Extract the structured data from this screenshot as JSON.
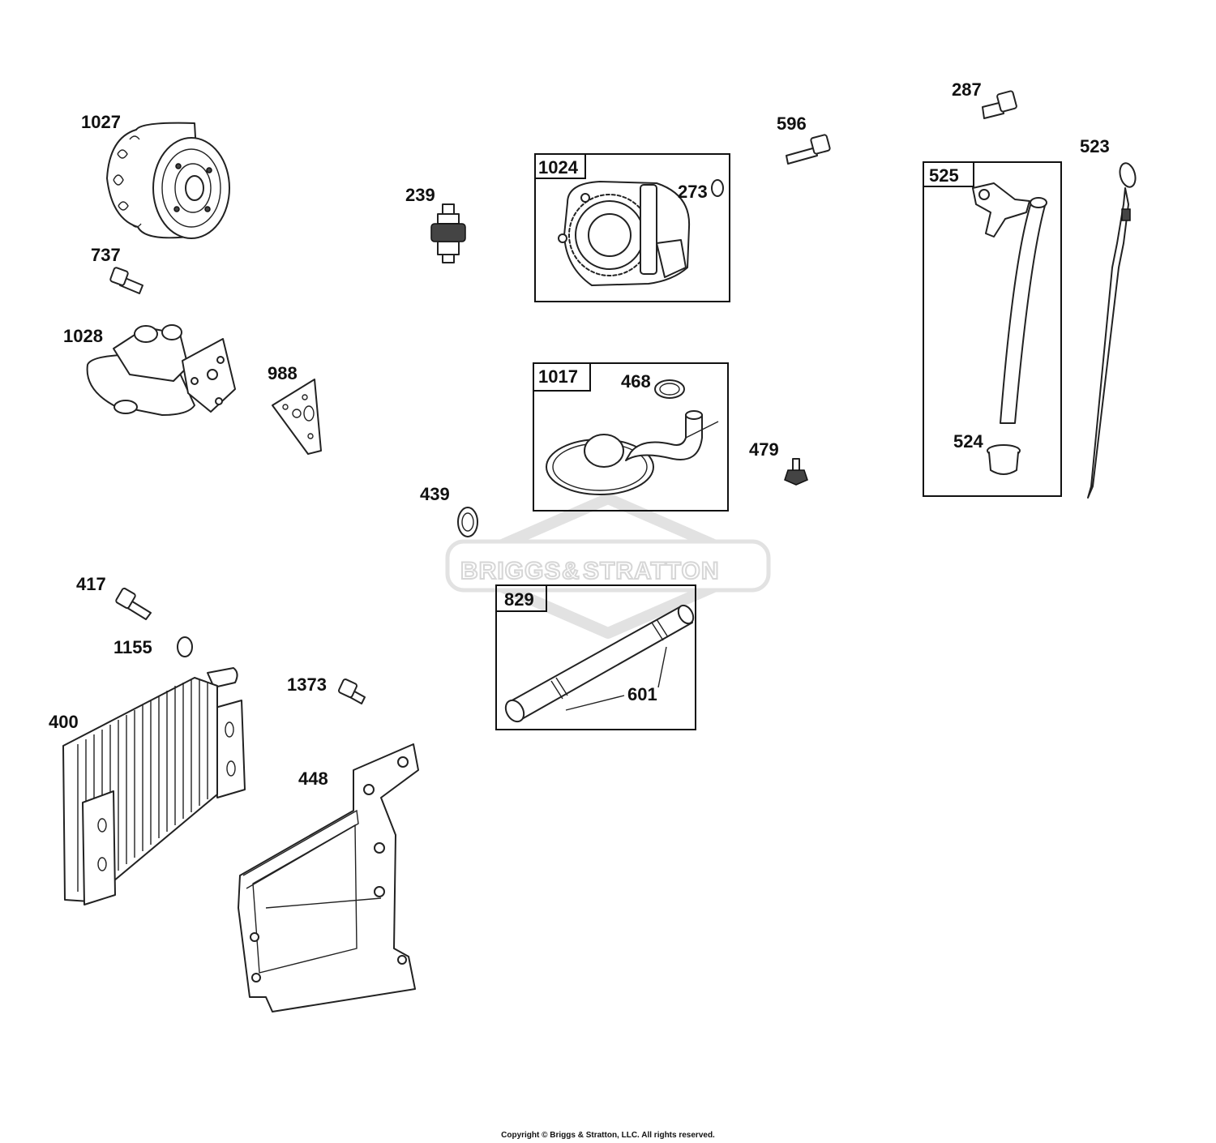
{
  "watermark": {
    "left": "BRIGGS",
    "amp": "&",
    "right": "STRATTON"
  },
  "copyright": "Copyright © Briggs & Stratton, LLC. All rights reserved.",
  "labels": {
    "p1027": "1027",
    "p737": "737",
    "p1028": "1028",
    "p988": "988",
    "p239": "239",
    "p273": "273",
    "p596": "596",
    "p287": "287",
    "p523": "523",
    "p468": "468",
    "p479": "479",
    "p439": "439",
    "p524": "524",
    "p417": "417",
    "p1155": "1155",
    "p1373": "1373",
    "p400": "400",
    "p448": "448",
    "p601": "601"
  },
  "kits": {
    "k1024": "1024",
    "k1017": "1017",
    "k525": "525",
    "k829": "829"
  }
}
